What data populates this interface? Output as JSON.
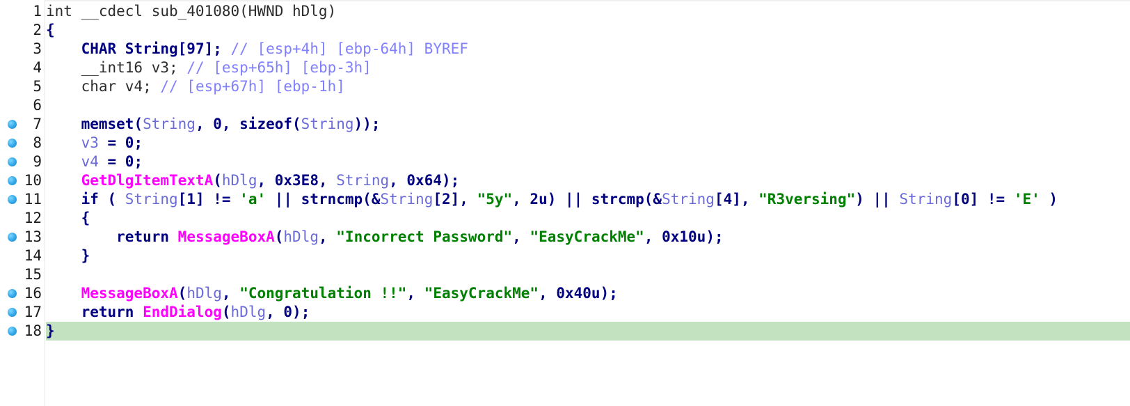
{
  "editor": {
    "colors": {
      "keyword": "#000080",
      "variable": "#6a6ad8",
      "imported_function": "#ff00ff",
      "string": "#008000",
      "comment": "#8080ff",
      "current_line_highlight": "#c3e3c0",
      "breakpoint": "#2fa6e8"
    },
    "current_line": 18,
    "lines": [
      {
        "num": "1",
        "bp": false,
        "tokens": [
          {
            "t": "int __cdecl sub_401080(HWND hDlg)",
            "c": "plain"
          }
        ]
      },
      {
        "num": "2",
        "bp": false,
        "tokens": [
          {
            "t": "{",
            "c": "punc"
          }
        ]
      },
      {
        "num": "3",
        "bp": false,
        "tokens": [
          {
            "t": "    ",
            "c": "plain"
          },
          {
            "t": "CHAR",
            "c": "kw"
          },
          {
            "t": " String[97]; ",
            "c": "kw"
          },
          {
            "t": "// [esp+4h] [ebp-64h] BYREF",
            "c": "cmt"
          }
        ]
      },
      {
        "num": "4",
        "bp": false,
        "tokens": [
          {
            "t": "    ",
            "c": "plain"
          },
          {
            "t": "__int16",
            "c": "plain"
          },
          {
            "t": " v3; ",
            "c": "plain"
          },
          {
            "t": "// [esp+65h] [ebp-3h]",
            "c": "cmt"
          }
        ]
      },
      {
        "num": "5",
        "bp": false,
        "tokens": [
          {
            "t": "    ",
            "c": "plain"
          },
          {
            "t": "char",
            "c": "plain"
          },
          {
            "t": " v4; ",
            "c": "plain"
          },
          {
            "t": "// [esp+67h] [ebp-1h]",
            "c": "cmt"
          }
        ]
      },
      {
        "num": "6",
        "bp": false,
        "tokens": []
      },
      {
        "num": "7",
        "bp": true,
        "tokens": [
          {
            "t": "    ",
            "c": "plain"
          },
          {
            "t": "memset",
            "c": "fn"
          },
          {
            "t": "(",
            "c": "punc"
          },
          {
            "t": "String",
            "c": "var"
          },
          {
            "t": ", 0, sizeof(",
            "c": "punc"
          },
          {
            "t": "String",
            "c": "var"
          },
          {
            "t": "));",
            "c": "punc"
          }
        ]
      },
      {
        "num": "8",
        "bp": true,
        "tokens": [
          {
            "t": "    ",
            "c": "plain"
          },
          {
            "t": "v3",
            "c": "var"
          },
          {
            "t": " = 0;",
            "c": "punc"
          }
        ]
      },
      {
        "num": "9",
        "bp": true,
        "tokens": [
          {
            "t": "    ",
            "c": "plain"
          },
          {
            "t": "v4",
            "c": "var"
          },
          {
            "t": " = 0;",
            "c": "punc"
          }
        ]
      },
      {
        "num": "10",
        "bp": true,
        "tokens": [
          {
            "t": "    ",
            "c": "plain"
          },
          {
            "t": "GetDlgItemTextA",
            "c": "import"
          },
          {
            "t": "(",
            "c": "punc"
          },
          {
            "t": "hDlg",
            "c": "var"
          },
          {
            "t": ", 0x3E8, ",
            "c": "punc"
          },
          {
            "t": "String",
            "c": "var"
          },
          {
            "t": ", 0x64);",
            "c": "punc"
          }
        ]
      },
      {
        "num": "11",
        "bp": true,
        "tokens": [
          {
            "t": "    ",
            "c": "plain"
          },
          {
            "t": "if ( ",
            "c": "kw"
          },
          {
            "t": "String",
            "c": "var"
          },
          {
            "t": "[1] != ",
            "c": "punc"
          },
          {
            "t": "'a'",
            "c": "str"
          },
          {
            "t": " || strncmp(&",
            "c": "punc"
          },
          {
            "t": "String",
            "c": "var"
          },
          {
            "t": "[2], ",
            "c": "punc"
          },
          {
            "t": "\"5y\"",
            "c": "str"
          },
          {
            "t": ", 2u) || strcmp(&",
            "c": "punc"
          },
          {
            "t": "String",
            "c": "var"
          },
          {
            "t": "[4], ",
            "c": "punc"
          },
          {
            "t": "\"R3versing\"",
            "c": "str"
          },
          {
            "t": ") || ",
            "c": "punc"
          },
          {
            "t": "String",
            "c": "var"
          },
          {
            "t": "[0] != ",
            "c": "punc"
          },
          {
            "t": "'E'",
            "c": "str"
          },
          {
            "t": " )",
            "c": "punc"
          }
        ]
      },
      {
        "num": "12",
        "bp": false,
        "tokens": [
          {
            "t": "    {",
            "c": "punc"
          }
        ]
      },
      {
        "num": "13",
        "bp": true,
        "tokens": [
          {
            "t": "        ",
            "c": "plain"
          },
          {
            "t": "return ",
            "c": "kw"
          },
          {
            "t": "MessageBoxA",
            "c": "import"
          },
          {
            "t": "(",
            "c": "punc"
          },
          {
            "t": "hDlg",
            "c": "var"
          },
          {
            "t": ", ",
            "c": "punc"
          },
          {
            "t": "\"Incorrect Password\"",
            "c": "str"
          },
          {
            "t": ", ",
            "c": "punc"
          },
          {
            "t": "\"EasyCrackMe\"",
            "c": "str"
          },
          {
            "t": ", 0x10u);",
            "c": "punc"
          }
        ]
      },
      {
        "num": "14",
        "bp": false,
        "tokens": [
          {
            "t": "    }",
            "c": "punc"
          }
        ]
      },
      {
        "num": "15",
        "bp": false,
        "tokens": []
      },
      {
        "num": "16",
        "bp": true,
        "tokens": [
          {
            "t": "    ",
            "c": "plain"
          },
          {
            "t": "MessageBoxA",
            "c": "import"
          },
          {
            "t": "(",
            "c": "punc"
          },
          {
            "t": "hDlg",
            "c": "var"
          },
          {
            "t": ", ",
            "c": "punc"
          },
          {
            "t": "\"Congratulation !!\"",
            "c": "str"
          },
          {
            "t": ", ",
            "c": "punc"
          },
          {
            "t": "\"EasyCrackMe\"",
            "c": "str"
          },
          {
            "t": ", 0x40u);",
            "c": "punc"
          }
        ]
      },
      {
        "num": "17",
        "bp": true,
        "tokens": [
          {
            "t": "    ",
            "c": "plain"
          },
          {
            "t": "return ",
            "c": "kw"
          },
          {
            "t": "EndDialog",
            "c": "import"
          },
          {
            "t": "(",
            "c": "punc"
          },
          {
            "t": "hDlg",
            "c": "var"
          },
          {
            "t": ", 0);",
            "c": "punc"
          }
        ]
      },
      {
        "num": "18",
        "bp": true,
        "tokens": [
          {
            "t": "}",
            "c": "punc"
          }
        ]
      }
    ]
  }
}
